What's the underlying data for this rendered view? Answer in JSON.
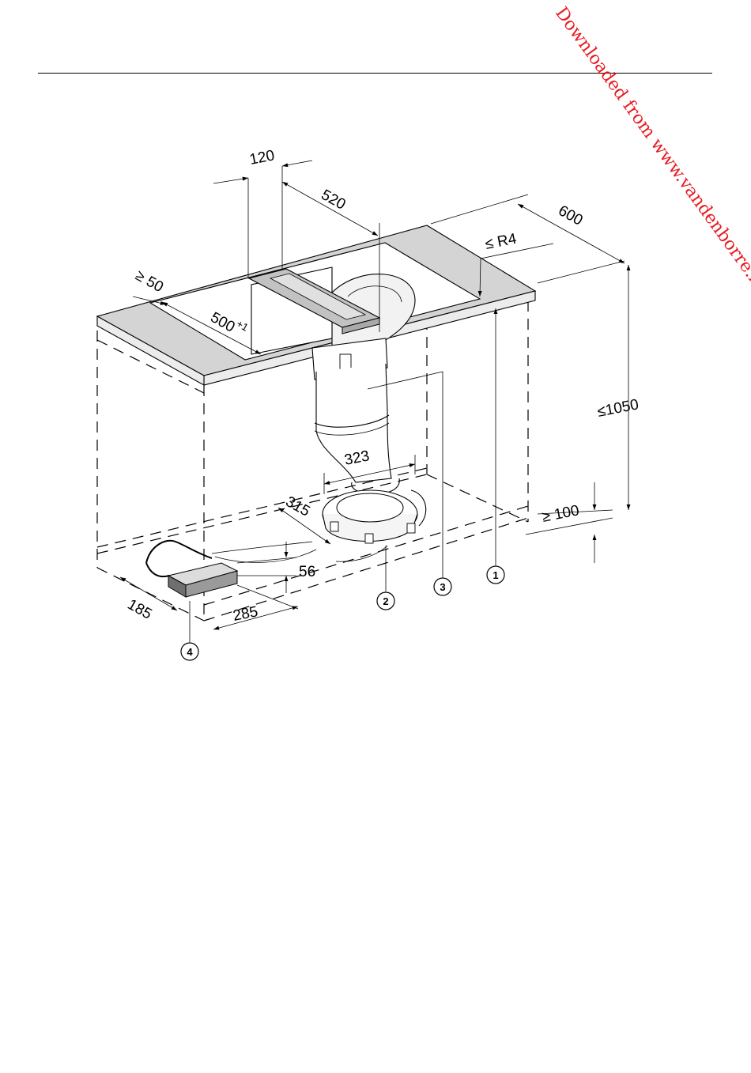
{
  "watermark": "Downloaded from www.vandenborre.be",
  "dimensions": {
    "d120": "120",
    "d520": "520",
    "d600": "600",
    "r4": "≤ R4",
    "ge50": "≥ 50",
    "d500": "500",
    "d500_tol": "+1",
    "le1050": "≤1050",
    "d323": "323",
    "d315": "315",
    "ge100": "≥ 100",
    "d56": "56",
    "d185": "185",
    "d285": "285"
  },
  "callouts": {
    "c1": "1",
    "c2": "2",
    "c3": "3",
    "c4": "4"
  },
  "colors": {
    "watermark": "#e8191f",
    "worktop": "#d4d4d4",
    "cooktop": "#c2c2c2",
    "control_box": "#9a9a9a"
  }
}
